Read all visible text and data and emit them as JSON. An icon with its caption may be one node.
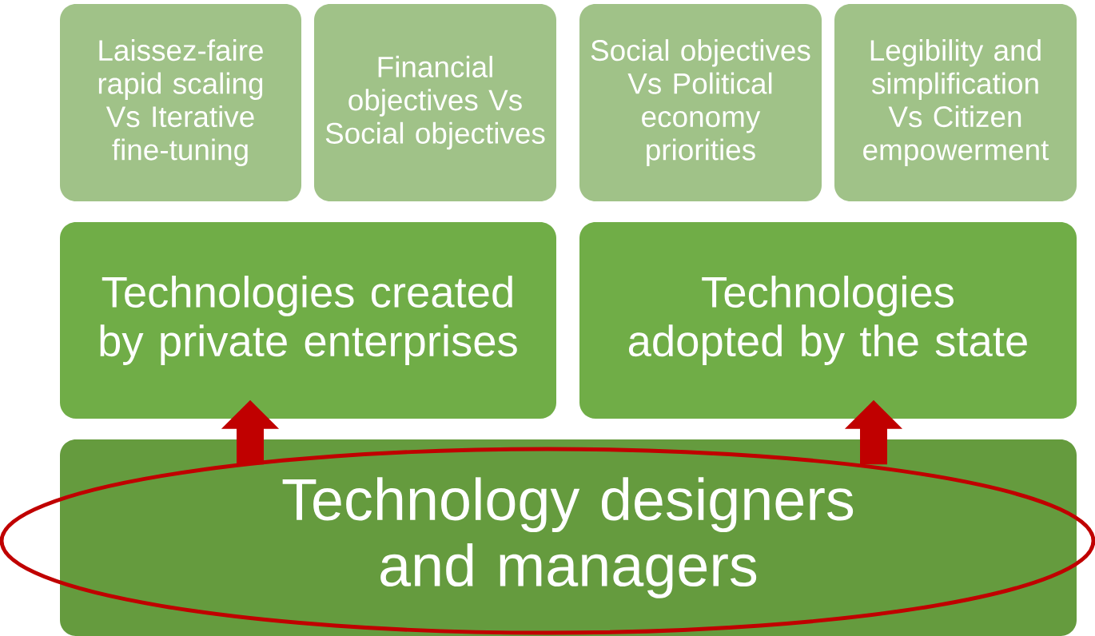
{
  "diagram": {
    "nodes": [
      {
        "text": [
          "Laissez-faire rapid scaling Vs Iterative fine-tuning"
        ]
      },
      {
        "text": [
          "Financial objectives Vs Social objectives"
        ]
      },
      {
        "text": [
          "Social objectives Vs Political economy priorities"
        ]
      },
      {
        "text": [
          "Legibility and simplification Vs Citizen empowerment"
        ]
      },
      {
        "text": [
          "Technologies created by private enterprises"
        ]
      },
      {
        "text": [
          "Technologies adopted by the state"
        ]
      },
      {
        "text": [
          "Technology designers and managers"
        ]
      }
    ],
    "edges": [
      {
        "from": 6,
        "to": 4,
        "arrow": "to"
      },
      {
        "from": 6,
        "to": 5,
        "arrow": "to"
      }
    ]
  }
}
